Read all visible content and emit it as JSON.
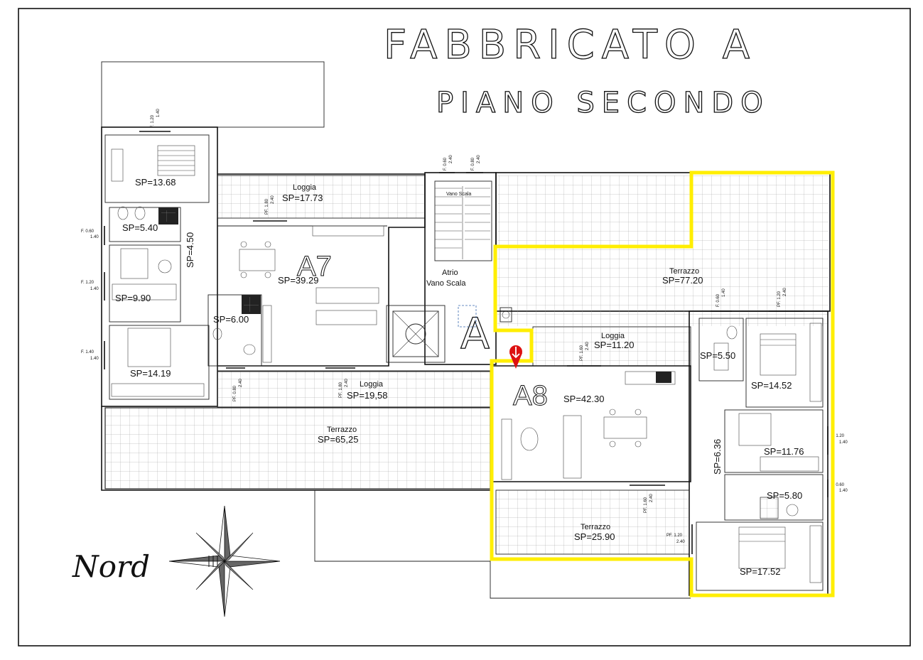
{
  "title": "FABBRICATO A",
  "subtitle": "PIANO SECONDO",
  "north_label": "Nord",
  "units": [
    {
      "id": "A7",
      "label": "A7"
    },
    {
      "id": "A8",
      "label": "A8"
    }
  ],
  "rooms": {
    "a7_bedroom_top": "SP=13.68",
    "a7_bath_top": "SP=5.40",
    "a7_hall": "SP=4.50",
    "a7_bedroom_mid": "SP=9.90",
    "a7_bath_mid": "SP=6.00",
    "a7_bedroom_bottom": "SP=14.19",
    "a7_living": "SP=39.29",
    "a7_loggia_top_name": "Loggia",
    "a7_loggia_top_area": "SP=17.73",
    "a7_loggia_bottom_name": "Loggia",
    "a7_loggia_bottom_area": "SP=19,58",
    "a7_terrazzo_name": "Terrazzo",
    "a7_terrazzo_area": "SP=65,25",
    "stair_name": "Vano Scala",
    "atrio_line1": "Atrio",
    "atrio_line2": "Vano Scala",
    "a8_terrazzo_top_name": "Terrazzo",
    "a8_terrazzo_top_area": "SP=77.20",
    "a8_loggia_name": "Loggia",
    "a8_loggia_area": "SP=11.20",
    "a8_living": "SP=42.30",
    "a8_bath_top": "SP=5.50",
    "a8_bedroom_top": "SP=14.52",
    "a8_hall": "SP=6.36",
    "a8_bedroom_mid": "SP=11.76",
    "a8_bath_bottom": "SP=5.80",
    "a8_bedroom_bottom": "SP=17.52",
    "a8_terrazzo_bottom_name": "Terrazzo",
    "a8_terrazzo_bottom_area": "SP=25.90"
  },
  "windows": {
    "w1_a": "F. 1.20",
    "w1_b": "1.40",
    "w2_a": "PF. 1.80",
    "w2_b": "2.40",
    "w3_a": "F. 0.60",
    "w3_b": "1.40",
    "w4_a": "F. 1.20",
    "w4_b": "1.40",
    "w5_a": "F. 1.40",
    "w5_b": "1.40",
    "w6_a": "PF. 0.80",
    "w6_b": "2.40",
    "w7_a": "PF. 1.80",
    "w7_b": "2.40",
    "w8_a": "F. 0.60",
    "w8_b": "2.40",
    "w9_a": "F. 0.80",
    "w9_b": "2.40",
    "w10_a": "PF. 1.60",
    "w10_b": "2.40",
    "w11_a": "F. 0.60",
    "w11_b": "1.40",
    "w12_a": "PF. 1.20",
    "w12_b": "2.40",
    "w13_a": "F. 1.20",
    "w13_b": "1.40",
    "w14_a": "F. 0.60",
    "w14_b": "1.40",
    "w15_a": "PF. 1.60",
    "w15_b": "2.40",
    "w16_a": "PF. 1.20",
    "w16_b": "2.40"
  },
  "colors": {
    "highlight_outline": "#ffee00",
    "entrance_marker": "#dd1111",
    "lines": "#111111"
  }
}
